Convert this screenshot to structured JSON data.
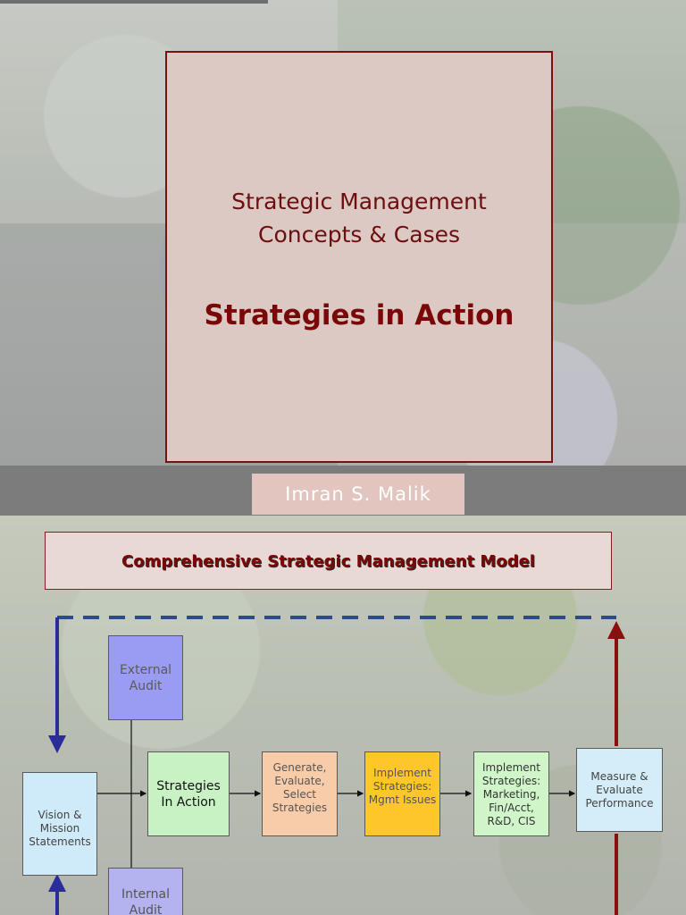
{
  "slide1": {
    "title_line1": "Strategic Management",
    "title_line2": "Concepts & Cases",
    "chapter_title": "Strategies in Action",
    "author": "Imran S. Malik"
  },
  "slide2": {
    "heading": "Comprehensive Strategic Management Model",
    "boxes": {
      "external_audit": "External Audit",
      "internal_audit": "Internal Audit",
      "vision_mission": "Vision & Mission Statements",
      "strategies_in_action": "Strategies In Action",
      "generate_evaluate": "Generate, Evaluate, Select Strategies",
      "implement_mgmt": "Implement Strategies: Mgmt Issues",
      "implement_functional": "Implement Strategies: Marketing, Fin/Acct, R&D, CIS",
      "measure_evaluate": "Measure & Evaluate Performance"
    },
    "colors": {
      "external_audit": "#9a9bf2",
      "internal_audit": "#b4b2ef",
      "vision_mission": "#cfeaf8",
      "strategies_in_action": "#c9f2c4",
      "generate_evaluate": "#f8cca8",
      "implement_mgmt": "#fdc62a",
      "implement_functional": "#cff5c8",
      "measure_evaluate": "#d4edf8",
      "feedback_left": "#2a2c9a",
      "feedback_right": "#8a0f0f",
      "feedback_top": "#2d4a8e"
    }
  }
}
